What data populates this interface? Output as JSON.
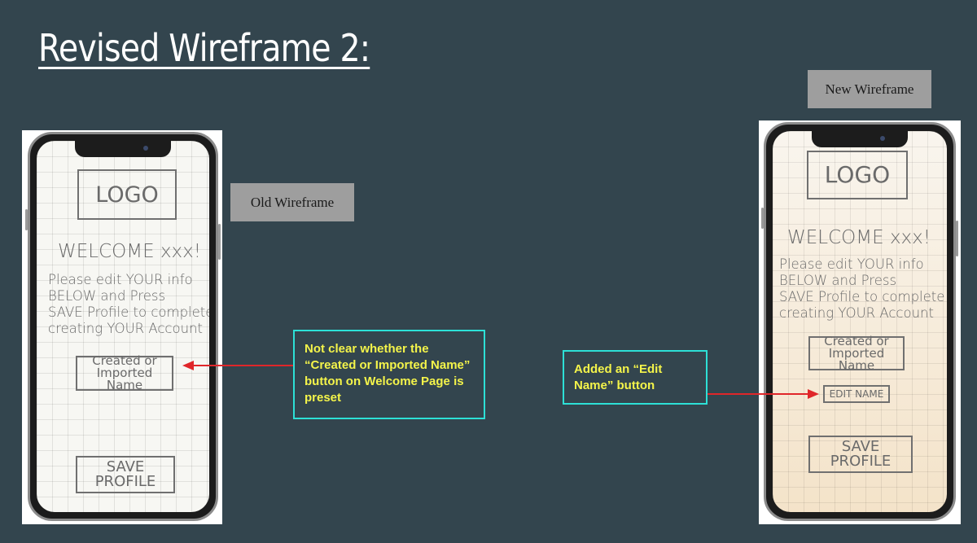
{
  "slide": {
    "title": "Revised Wireframe 2:"
  },
  "old": {
    "tag": "Old Wireframe",
    "logo": "LOGO",
    "welcome": "WELCOME xxx!",
    "instructions_line1": "Please edit YOUR info",
    "instructions_line2": "BELOW and Press",
    "instructions_line3": "SAVE Profile to complete",
    "instructions_line4": "creating YOUR Account",
    "name_button_line1": "Created or",
    "name_button_line2": "Imported Name",
    "save_button_line1": "SAVE",
    "save_button_line2": "PROFILE"
  },
  "new": {
    "tag": "New Wireframe",
    "logo": "LOGO",
    "welcome": "WELCOME xxx!",
    "instructions_line1": "Please edit YOUR info",
    "instructions_line2": "BELOW and Press",
    "instructions_line3": "SAVE Profile to complete",
    "instructions_line4": "creating YOUR Account",
    "name_button_line1": "Created or",
    "name_button_line2": "Imported Name",
    "edit_name_button": "EDIT NAME",
    "save_button_line1": "SAVE",
    "save_button_line2": "PROFILE"
  },
  "callouts": {
    "left": "Not clear whether the “Created or Imported Name” button on Welcome Page is preset",
    "right": "Added an “Edit Name” button"
  },
  "colors": {
    "background": "#33454e",
    "callout_border": "#2de0d6",
    "callout_text": "#f4f44a",
    "arrow": "#e0262a",
    "tag_bg": "#9e9e9e"
  }
}
